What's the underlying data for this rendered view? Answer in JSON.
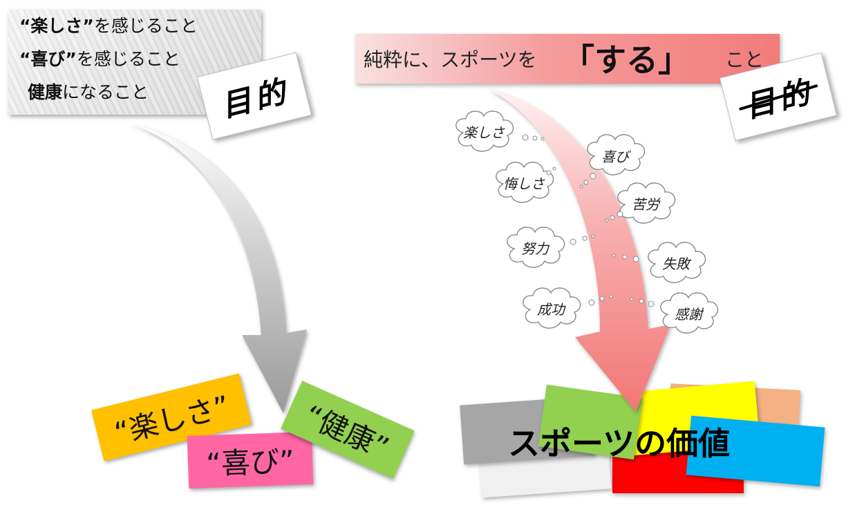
{
  "left": {
    "goals": [
      {
        "bold": "“楽しさ”",
        "rest": "を感じること"
      },
      {
        "bold": "“喜び”",
        "rest": "を感じること"
      },
      {
        "bold": "健康",
        "rest": "になること"
      }
    ],
    "mokuteki": "目的",
    "notes": [
      {
        "label": "“楽しさ”",
        "color": "#ffc000"
      },
      {
        "label": "“喜び”",
        "color": "#ff66a3"
      },
      {
        "label": "“健康”",
        "color": "#92d050"
      }
    ]
  },
  "right": {
    "banner": {
      "prefix": "純粋に、スポーツを",
      "emphasis": "「する」",
      "suffix": "こと"
    },
    "mokuteki": "目的",
    "bubbles": [
      "楽しさ",
      "喜び",
      "悔しさ",
      "苦労",
      "努力",
      "失敗",
      "成功",
      "感謝"
    ],
    "sports_value": "スポーツの価値",
    "card_colors": {
      "gray": "#a6a6a6",
      "light": "#f0f0f0",
      "green": "#92d050",
      "yellow": "#ffff00",
      "peach": "#f4b183",
      "red": "#ff0000",
      "blue": "#00b0f0"
    }
  }
}
